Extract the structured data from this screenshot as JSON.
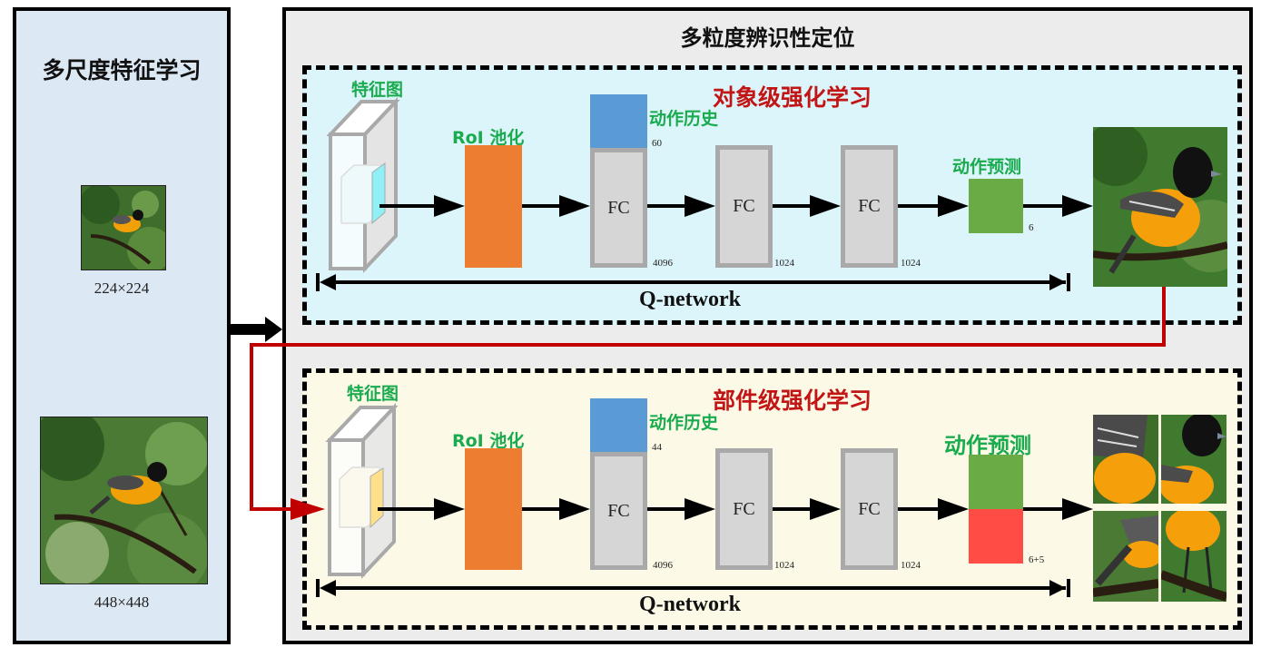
{
  "left_panel": {
    "title": "多尺度特征学习",
    "images": [
      {
        "label": "224×224",
        "icon": "bird-photo-small"
      },
      {
        "label": "448×448",
        "icon": "bird-photo-large"
      }
    ]
  },
  "right_panel": {
    "title": "多粒度辨识性定位",
    "stages": [
      {
        "title": "对象级强化学习",
        "feature_map_label": "特征图",
        "roi_label": "RoI 池化",
        "history_label": "动作历史",
        "history_dim": "60",
        "fc_label": "FC",
        "fc_dims": [
          "4096",
          "1024",
          "1024"
        ],
        "prediction_label": "动作预测",
        "prediction_dim": "6",
        "qnetwork_label": "Q-network",
        "roi_highlight_color": "#8ff0f5"
      },
      {
        "title": "部件级强化学习",
        "feature_map_label": "特征图",
        "roi_label": "RoI 池化",
        "history_label": "动作历史",
        "history_dim": "44",
        "fc_label": "FC",
        "fc_dims": [
          "4096",
          "1024",
          "1024"
        ],
        "prediction_label": "动作预测",
        "prediction_dim": "6+5",
        "qnetwork_label": "Q-network",
        "roi_highlight_color": "#ffe08a"
      }
    ]
  },
  "colors": {
    "roi_pool": "#ed7d31",
    "action_history": "#5b9bd5",
    "action_prediction": "#6aab46",
    "part_prediction": "#ff4c44",
    "fc_fill": "#d6d6d6",
    "label_green": "#1aab4f",
    "label_red": "#c21515",
    "flow_red": "#c00000"
  }
}
